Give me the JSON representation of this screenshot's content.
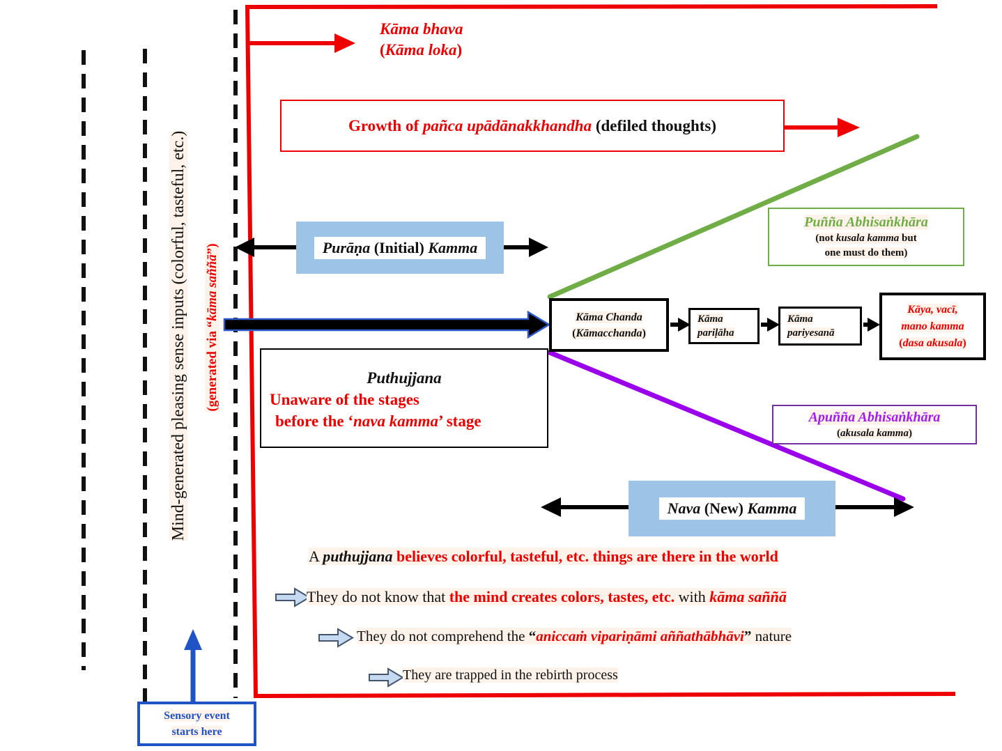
{
  "colors": {
    "red": "#ee0000",
    "green": "#70ad47",
    "purple_line": "#9b00ea",
    "purple_text": "#a21cf0",
    "purple_border": "#7030a0",
    "band_blue_fill": "#9dc3e6",
    "strong_blue": "#2053c5",
    "thick_arrow_outline": "#2e5ac7",
    "block_arrow_fill": "#c5d9f1",
    "highlight": "#fdf3ea",
    "black": "#000000"
  },
  "top": {
    "kama_bhava_line1": [
      {
        "t": "Kāma bhava",
        "c": "red b i"
      }
    ],
    "kama_bhava_line2": [
      {
        "t": "(",
        "c": "red b"
      },
      {
        "t": "Kāma loka",
        "c": "red b i"
      },
      {
        "t": ")",
        "c": "red b"
      }
    ],
    "growth_line": [
      {
        "t": "Growth of ",
        "c": "red b"
      },
      {
        "t": "pañca upādānakkhandha",
        "c": "red b i"
      },
      {
        "t": " (defiled thoughts)",
        "c": "b"
      }
    ]
  },
  "left_rail": {
    "vertical_black": [
      {
        "t": "Mind-generated pleasing sense inputs (colorful, tasteful, etc.)",
        "c": "hl"
      }
    ],
    "vertical_red": [
      {
        "t": "(generated via “",
        "c": "red b hl"
      },
      {
        "t": "kāma saññā",
        "c": "red b i hl"
      },
      {
        "t": "”)",
        "c": "red b hl"
      }
    ],
    "sensory_line1": [
      {
        "t": "Sensory event",
        "c": "blu b hl"
      }
    ],
    "sensory_line2": [
      {
        "t": "starts here",
        "c": "blu b hl"
      }
    ]
  },
  "kamma_bands": {
    "purana": [
      {
        "t": "Purāṇa",
        "c": "b i"
      },
      {
        "t": " (Initial) ",
        "c": "b"
      },
      {
        "t": "Kamma",
        "c": "b i"
      }
    ],
    "nava": [
      {
        "t": "Nava",
        "c": "b i"
      },
      {
        "t": " (New) ",
        "c": "b"
      },
      {
        "t": "Kamma",
        "c": "b i"
      }
    ]
  },
  "sankhara": {
    "punna_title": [
      {
        "t": "Puñña Abhisaṅkhāra",
        "c": "grn b i hl"
      }
    ],
    "punna_sub1": [
      {
        "t": "(not ",
        "c": "b hl"
      },
      {
        "t": "kusala kamma",
        "c": "b i hl"
      },
      {
        "t": " but",
        "c": "b hl"
      }
    ],
    "punna_sub2": [
      {
        "t": "one must do them)",
        "c": "b hl"
      }
    ],
    "apunna_title": [
      {
        "t": "Apuñña Abhisaṅkhāra",
        "c": "pur b i hl"
      }
    ],
    "apunna_sub": [
      {
        "t": "(",
        "c": "b hl"
      },
      {
        "t": "akusala kamma",
        "c": "b i hl"
      },
      {
        "t": ")",
        "c": "b hl"
      }
    ]
  },
  "chain": {
    "box1_line1": [
      {
        "t": "Kāma Chanda",
        "c": "b i hl"
      }
    ],
    "box1_line2": [
      {
        "t": "(",
        "c": "b hl"
      },
      {
        "t": "Kāmacchanda",
        "c": "b i hl"
      },
      {
        "t": ")",
        "c": "b hl"
      }
    ],
    "box2_line1": [
      {
        "t": "Kāma",
        "c": "b i hl"
      }
    ],
    "box2_line2": [
      {
        "t": "pariḷāha",
        "c": "b i hl"
      }
    ],
    "box3_line1": [
      {
        "t": "Kāma",
        "c": "b i hl"
      }
    ],
    "box3_line2": [
      {
        "t": "pariyesanā",
        "c": "b i hl"
      }
    ],
    "box4_line1": [
      {
        "t": "Kāya, vacī,",
        "c": "red b i hl"
      }
    ],
    "box4_line2": [
      {
        "t": "mano kamma",
        "c": "red b i hl"
      }
    ],
    "box4_line3": [
      {
        "t": "(",
        "c": "red b hl"
      },
      {
        "t": "dasa akusala",
        "c": "red b i hl"
      },
      {
        "t": ")",
        "c": "red b hl"
      }
    ]
  },
  "puthujjana": {
    "title": [
      {
        "t": "Puthujjana",
        "c": "b i"
      }
    ],
    "line2": [
      {
        "t": "Unaware of the stages",
        "c": "red b"
      }
    ],
    "line3": [
      {
        "t": "before the ‘",
        "c": "red b"
      },
      {
        "t": "nava kamma",
        "c": "red b i"
      },
      {
        "t": "’ stage",
        "c": "red b"
      }
    ]
  },
  "bottom": {
    "line1": [
      {
        "t": "A ",
        "c": "hl"
      },
      {
        "t": "puthujjana",
        "c": "b i hl"
      },
      {
        "t": " believes colorful, tasteful, etc. things are there in the world",
        "c": "red b hl"
      }
    ],
    "line2": [
      {
        "t": "They do not know that ",
        "c": "hl"
      },
      {
        "t": "the mind creates colors, tastes, etc.",
        "c": "red b hl"
      },
      {
        "t": " with ",
        "c": "hl"
      },
      {
        "t": "kāma saññā",
        "c": "red b i hl"
      }
    ],
    "line3": [
      {
        "t": "They do not comprehend the ",
        "c": "hl"
      },
      {
        "t": "“",
        "c": "b hl"
      },
      {
        "t": "aniccaṁ vipariṇāmi aññathābhāvi",
        "c": "red b i hl"
      },
      {
        "t": "”",
        "c": "b hl"
      },
      {
        "t": " nature",
        "c": "hl"
      }
    ],
    "line4": [
      {
        "t": "They are trapped in the rebirth process",
        "c": "hl"
      }
    ]
  }
}
